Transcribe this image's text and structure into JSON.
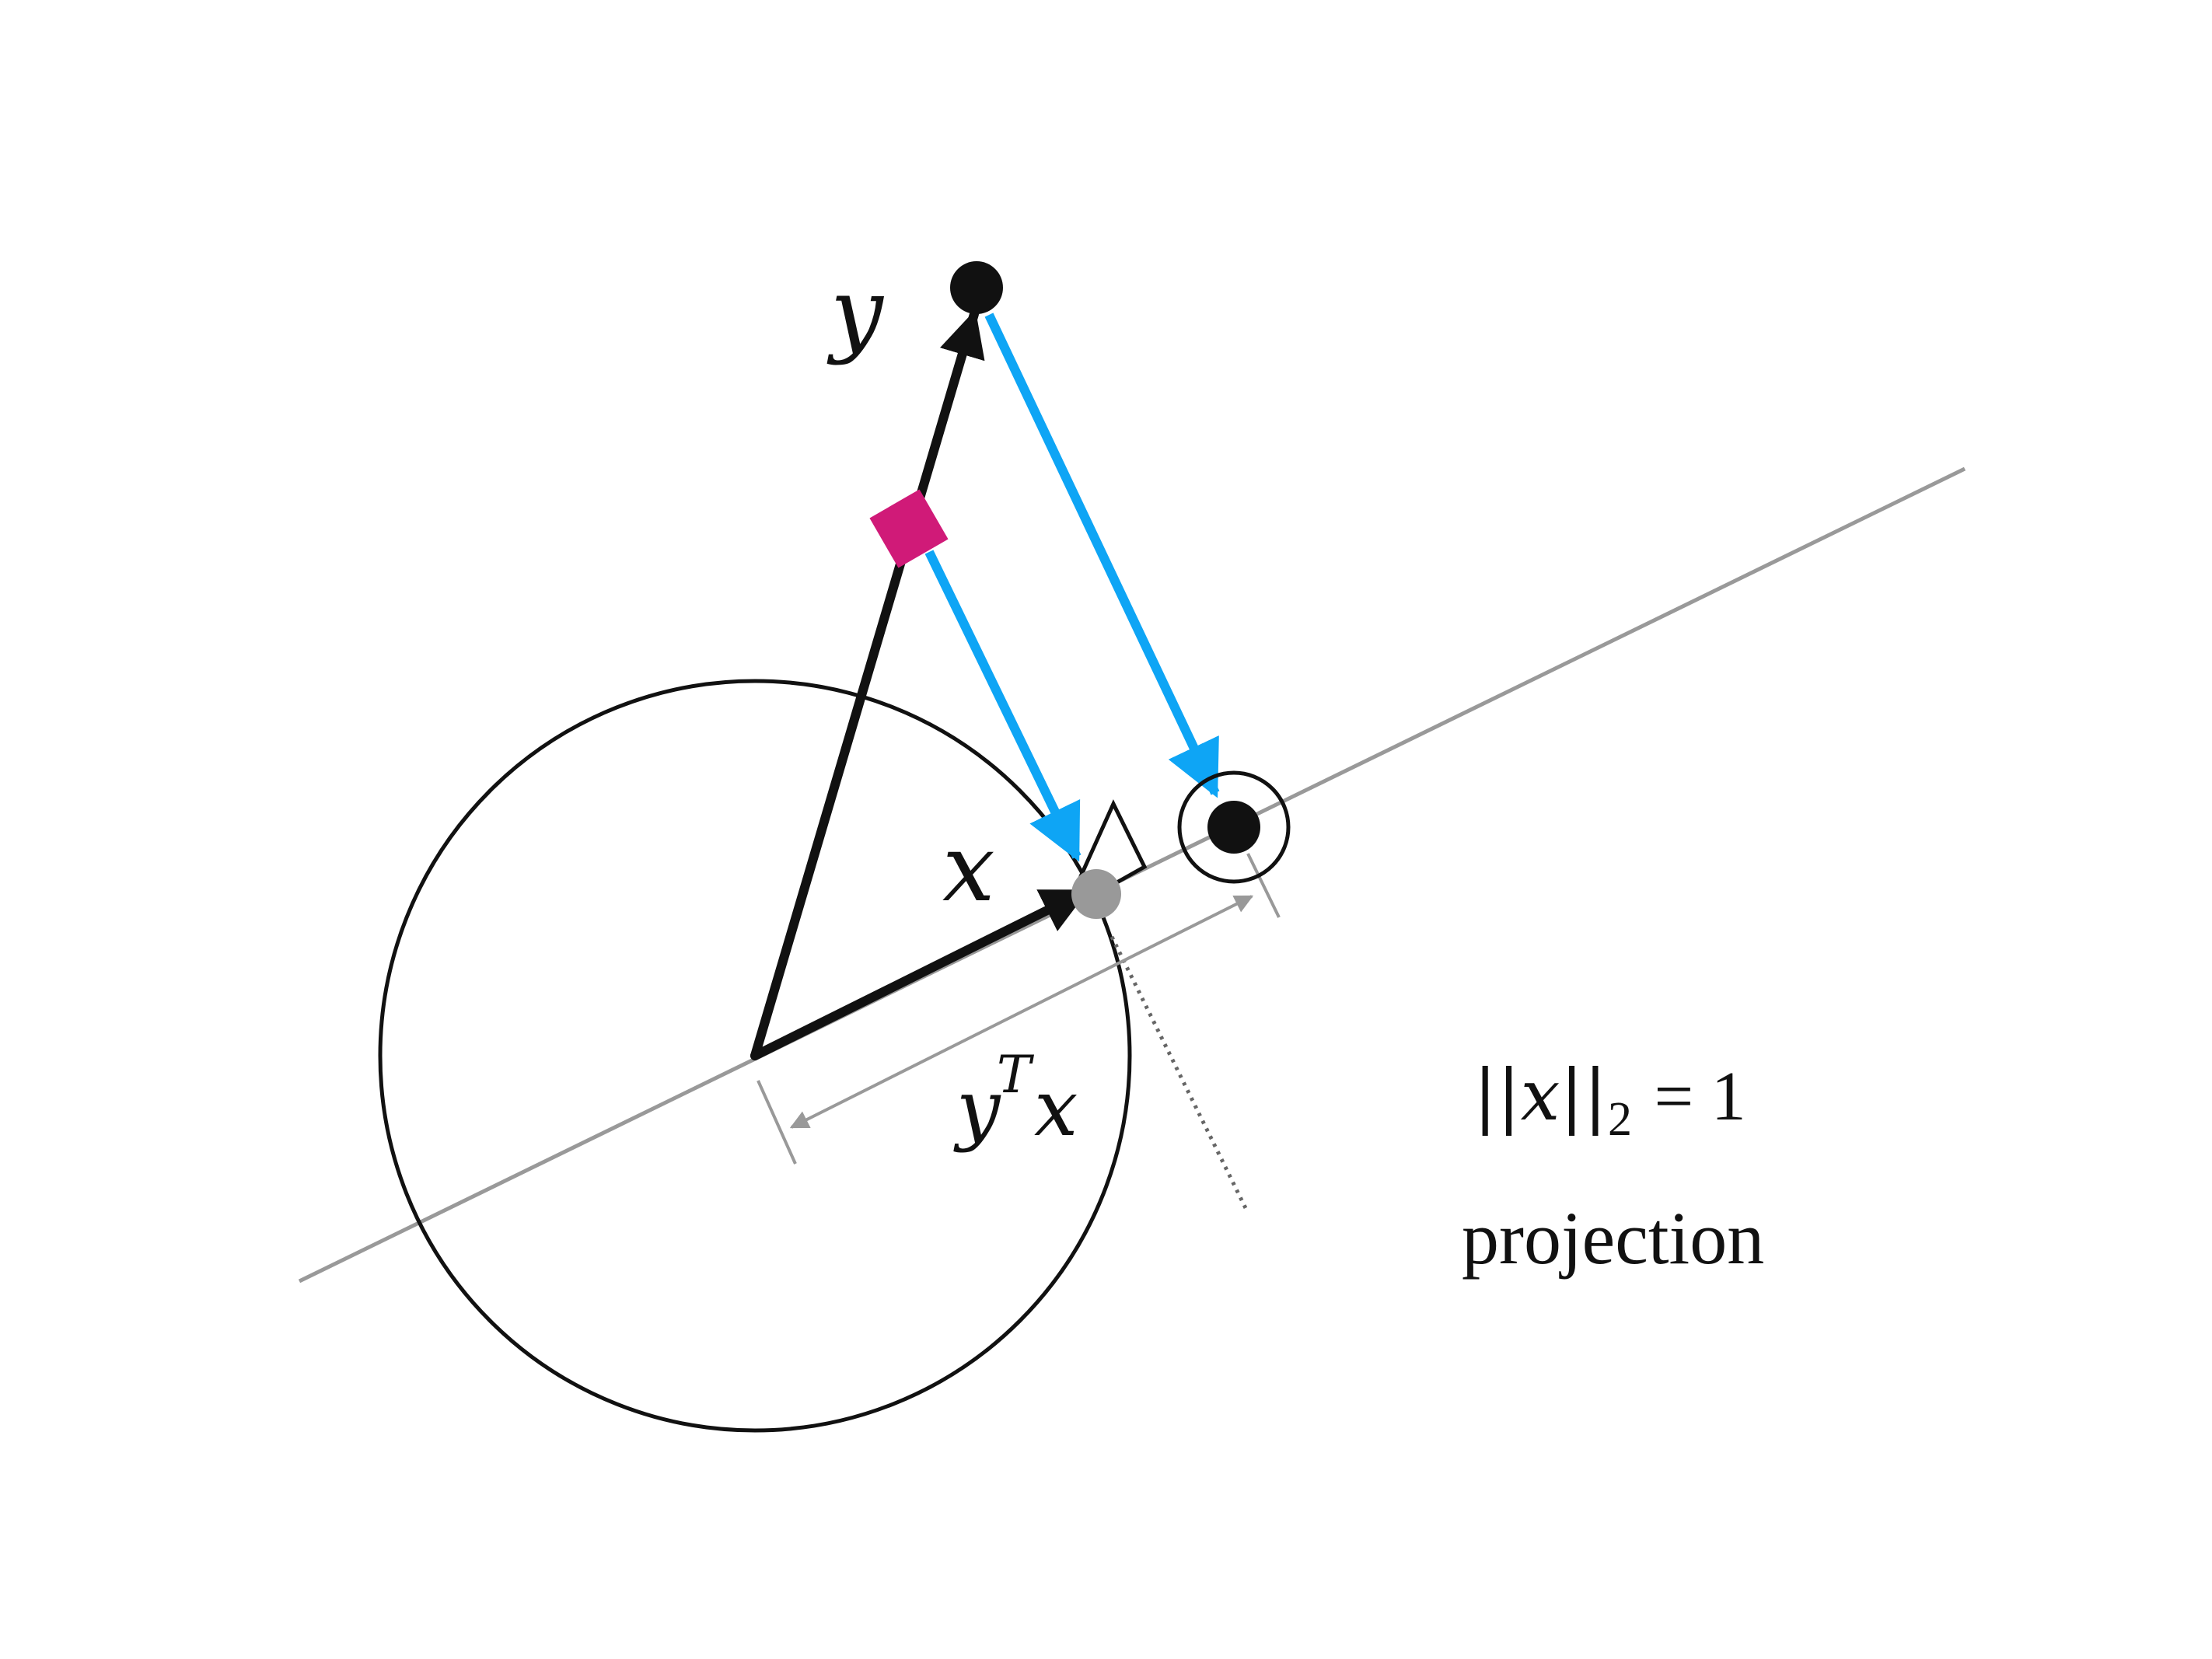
{
  "colors": {
    "background": "#ffffff",
    "ink": "#111111",
    "projection_arrow": "#0ea5f5",
    "axis_line": "#999999",
    "marker": "#d01a78",
    "projected_point": "#999999"
  },
  "labels": {
    "y": "y",
    "x": "x",
    "ytx_base": "y",
    "ytx_sup": "T",
    "ytx_var": "x",
    "norm_lhs": "||x||",
    "norm_sub": "2",
    "norm_rhs": " = 1",
    "caption": "projection"
  }
}
